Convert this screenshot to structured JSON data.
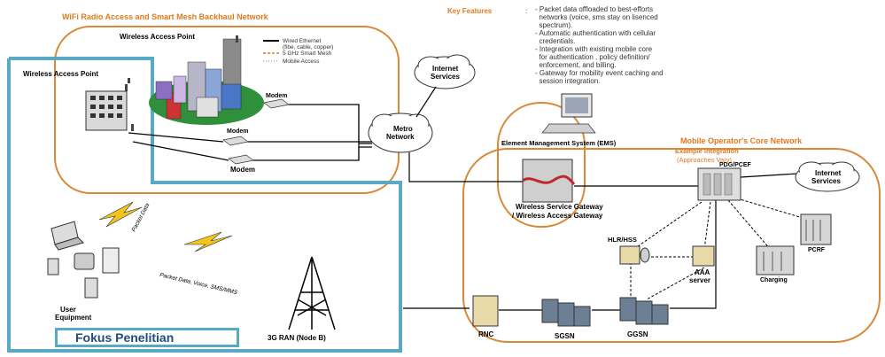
{
  "wifi_network_title": "WiFi Radio Access and Smart Mesh Backhaul Network",
  "key_features": {
    "label": "Key Features",
    "colon": ":",
    "items": [
      "- Packet data offloaded to best-efforts",
      "  networks (voice, sms stay on lisenced",
      "  spectrum).",
      "- Automatic authentication with cellular",
      "  credentials.",
      "- Integration with existing mobile core",
      "  for authentication , policy definition/",
      "  enforcement, and billing.",
      "- Gateway for mobility event caching and",
      "  session integration."
    ]
  },
  "legend": {
    "wired": "Wired Ethernet",
    "wired_detail": "(fibe, cable, copper)",
    "mesh": "5 GHz Smart Mesh",
    "mobile": "Mobile Access"
  },
  "nodes": {
    "wap_top": "Wireless Access Point",
    "wap_left": "Wireless Access Point",
    "modem1": "Modem",
    "modem2": "Modem",
    "modem3": "Modem",
    "internet_left_1": "Internet",
    "internet_left_2": "Services",
    "metro_1": "Metro",
    "metro_2": "Network",
    "ems": "Element Management System (EMS)",
    "wsg_1": "Wireless Service Gateway",
    "wsg_2": "/ Wireless Access Gateway",
    "pdg": "PDG/PCEF",
    "internet_right_1": "Internet",
    "internet_right_2": "Services",
    "pcrf": "PCRF",
    "charging": "Charging",
    "hlr": "HLR/HSS",
    "aaa_1": "AAA",
    "aaa_2": "server",
    "rnc": "RNC",
    "sgsn": "SGSN",
    "ggsn": "GGSN",
    "user_1": "User",
    "user_2": "Equipment",
    "ran": "3G RAN (Node B)"
  },
  "links": {
    "packet_data": "Packet Data",
    "packet_voice": "Packet Data, Voice, SMS/MMS"
  },
  "core": {
    "title": "Mobile Operator's Core Network",
    "sub1": "Example Integration",
    "sub2": "(Approaches Vary)"
  },
  "focus_label": "Fokus Penelitian",
  "colors": {
    "orange": "#e07a1f",
    "blue_frame": "#5aa9c4",
    "dark_blue": "#1f4e79"
  }
}
